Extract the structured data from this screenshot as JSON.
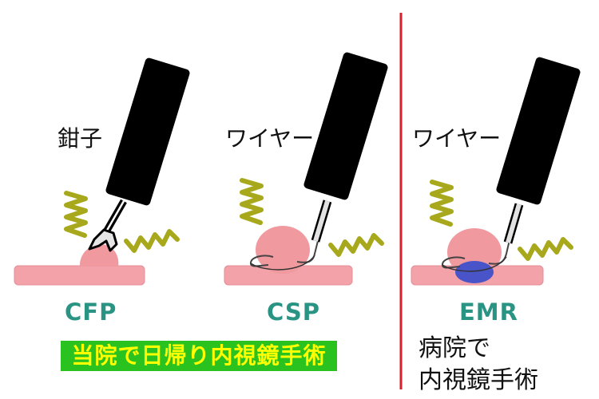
{
  "panels": [
    {
      "tool_label": "鉗子",
      "method": "CFP"
    },
    {
      "tool_label": "ワイヤー",
      "method": "CSP"
    },
    {
      "tool_label": "ワイヤー",
      "method": "EMR"
    }
  ],
  "badge_text": "当院で日帰り内視鏡手術",
  "note_line1": "病院で",
  "note_line2": "内視鏡手術",
  "colors": {
    "mucosa": "#f2a2a8",
    "polyp": "#f09aa0",
    "scope": "#000000",
    "wave": "#a8a81c",
    "divider": "#dd1c2c",
    "method_text": "#2a9484",
    "badge_bg": "#29c21f",
    "badge_text": "#ffff00",
    "injection": "#4854c8"
  }
}
